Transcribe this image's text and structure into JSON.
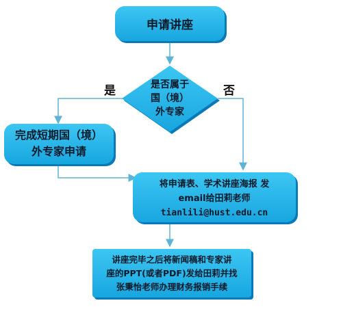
{
  "nodes": {
    "start": "申请讲座",
    "decision": [
      "是否属于",
      "国（境）",
      "外专家"
    ],
    "apply": [
      "完成短期国（境）",
      "外专家申请"
    ],
    "send": [
      "将申请表、学术讲座海报 发",
      "email给田莉老师",
      "tianlili@hust.edu.cn"
    ],
    "finish": [
      "讲座完毕之后将新闻稿和专家讲",
      "座的PPT(或者PDF)发给田莉并找",
      "张秉怡老师办理财务报销手续"
    ]
  },
  "edges": {
    "yes": "是",
    "no": "否"
  },
  "colors": {
    "box_fill": "#1fb4ea",
    "box_shadow": "#0a79b8",
    "arrow": "#5fb3d6",
    "text": "#0b1a2a"
  }
}
